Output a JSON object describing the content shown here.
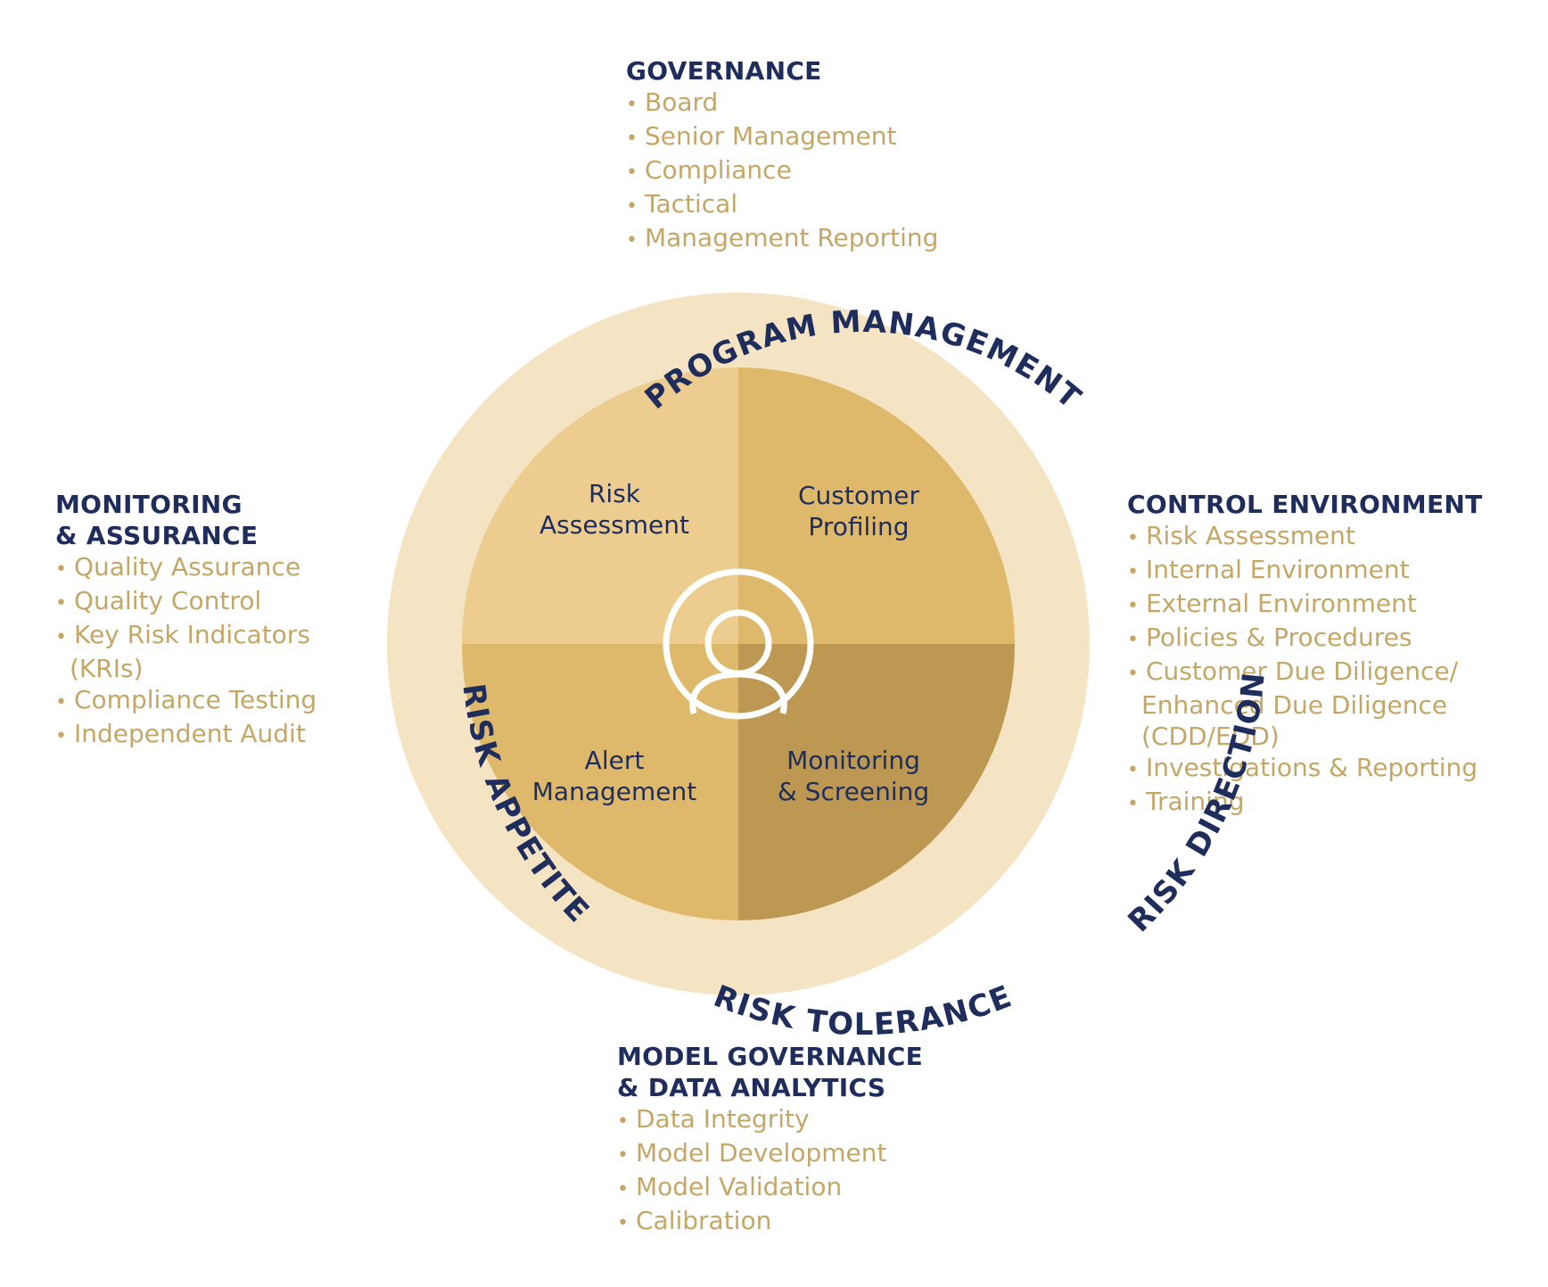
{
  "governance": {
    "title": "GOVERNANCE",
    "items": [
      "Board",
      "Senior Management",
      "Compliance",
      "Tactical",
      "Management Reporting"
    ]
  },
  "monitoring": {
    "title": "MONITORING\n& ASSURANCE",
    "items": [
      "Quality Assurance",
      "Quality Control",
      "Key Risk Indicators",
      "(KRIs)",
      "Compliance Testing",
      "Independent Audit"
    ]
  },
  "control": {
    "title": "CONTROL ENVIRONMENT",
    "items": [
      "Risk Assessment",
      "Internal Environment",
      "External Environment",
      "Policies & Procedures",
      "Customer Due Diligence/",
      "Enhanced Due Diligence",
      "(CDD/EDD)",
      "Investigations & Reporting",
      "Training"
    ]
  },
  "model": {
    "title": "MODEL GOVERNANCE\n& DATA ANALYTICS",
    "items": [
      "Data Integrity",
      "Model Development",
      "Model Validation",
      "Calibration"
    ]
  },
  "ring": {
    "top": "PROGRAM MANAGEMENT",
    "left": "RISK APPETITE",
    "bottom": "RISK TOLERANCE",
    "right": "RISK DIRECTION"
  },
  "quadrants": {
    "top_left": [
      "Risk",
      "Assessment"
    ],
    "top_right": [
      "Customer",
      "Profiling"
    ],
    "bottom_left": [
      "Alert",
      "Management"
    ],
    "bottom_right": [
      "Monitoring",
      "& Screening"
    ]
  },
  "center_icon": "user-icon",
  "colors": {
    "navy": "#1f2d5c",
    "gold_text": "#c4a767",
    "ring": "#f5e4c4",
    "q_top_left": "#edcd8f",
    "q_top_right": "#dfb96b",
    "q_bottom_left": "#dfb96b",
    "q_bottom_right": "#bc9852"
  }
}
